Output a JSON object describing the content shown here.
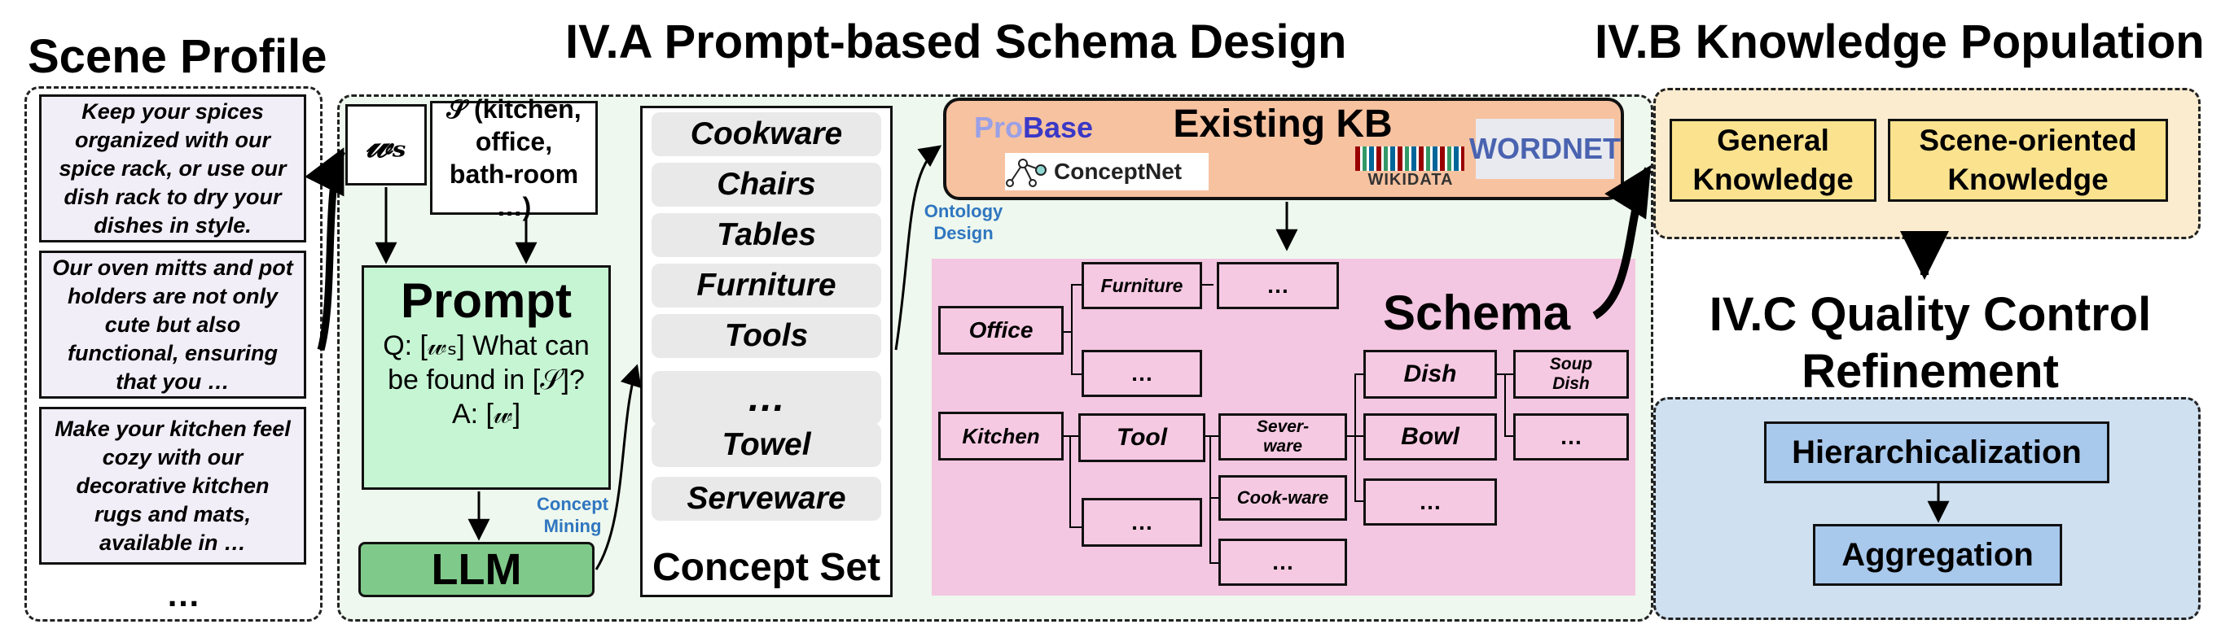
{
  "titles": {
    "scene_profile": "Scene Profile",
    "schema_design": "IV.A Prompt-based Schema Design",
    "knowledge_population": "IV.B Knowledge Population",
    "quality_control": "IV.C Quality Control Refinement"
  },
  "scene_profile": {
    "items": [
      "Keep your spices organized with our spice rack, or use our dish rack to dry your dishes in style.",
      "Our oven mitts and pot holders are not only cute but also functional, ensuring that you …",
      "Make your kitchen feel cozy with our decorative kitchen rugs and mats, available in …"
    ],
    "ellipsis": "…"
  },
  "prompt_inputs": {
    "ws": "𝓌ₛ",
    "scenes": "𝒮 (kitchen, office, bath-room …)"
  },
  "prompt": {
    "title": "Prompt",
    "question": "Q: [𝓌ₛ] What can be found in [𝒮]?",
    "answer": "A: [𝓌]"
  },
  "llm": "LLM",
  "concept_mining": "Concept Mining",
  "concept_set": {
    "items": [
      "Cookware",
      "Chairs",
      "Tables",
      "Furniture",
      "Tools",
      "…",
      "Towel",
      "Serveware"
    ],
    "label": "Concept Set"
  },
  "ontology_design": "Ontology Design",
  "existing_kb": {
    "title": "Existing KB",
    "sources": {
      "probase_pro": "Pro",
      "probase_base": "Base",
      "conceptnet": "ConceptNet",
      "wikidata": "WIKIDATA",
      "wordnet": "WORDNET"
    }
  },
  "schema": {
    "label": "Schema",
    "nodes": {
      "office": "Office",
      "kitchen": "Kitchen",
      "furniture": "Furniture",
      "office_more": "…",
      "office_more2": "…",
      "tool": "Tool",
      "tool_more": "…",
      "sever_ware": "Sever-ware",
      "cook_ware": "Cook-ware",
      "sever_more": "…",
      "dish": "Dish",
      "bowl": "Bowl",
      "dish_more": "…",
      "soup_dish": "Soup Dish",
      "bowl_more": "…"
    }
  },
  "knowledge": {
    "general": "General Knowledge",
    "scene_oriented": "Scene-oriented Knowledge"
  },
  "quality": {
    "hierarchicalization": "Hierarchicalization",
    "aggregation": "Aggregation"
  },
  "colors": {
    "scene_box": "#f1eef7",
    "green_panel": "#eef8ee",
    "prompt": "#c6f5d3",
    "llm": "#7fc98a",
    "kb": "#f7c2a0",
    "schema_bg": "#f3c6e1",
    "knowledge_panel": "#fbecd0",
    "yellow": "#fbe28e",
    "quality_panel": "#cfe0f0",
    "blue_box": "#a8c8ec",
    "accent_blue": "#2f76c0"
  }
}
